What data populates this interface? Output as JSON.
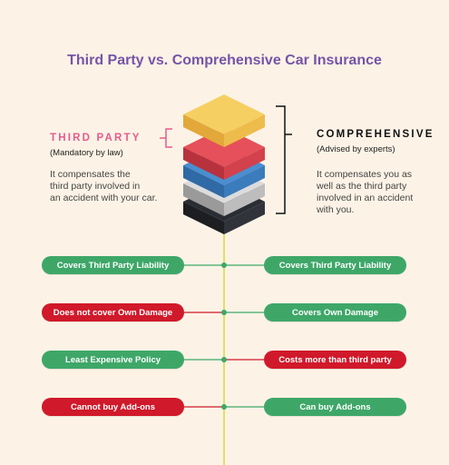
{
  "title": "Third Party vs. Comprehensive Car Insurance",
  "third_party": {
    "heading": "THIRD PARTY",
    "subheading": "(Mandatory by law)",
    "description": [
      "It compensates the",
      "third party involved in",
      "an accident with your car."
    ],
    "color": "#e85a8f"
  },
  "comprehensive": {
    "heading": "COMPREHENSIVE",
    "subheading": "(Advised by experts)",
    "description": [
      "It compensates you as",
      "well as the third party",
      "involved in an accident",
      "with you."
    ],
    "color": "#111111"
  },
  "colors": {
    "green": "#3ea768",
    "red": "#d0192a",
    "timeline": "#d6d93a"
  },
  "rows": [
    {
      "left": "Covers Third Party Liability",
      "left_status": "green",
      "right": "Covers Third Party Liability",
      "right_status": "green"
    },
    {
      "left": "Does not cover Own Damage",
      "left_status": "red",
      "right": "Covers Own Damage",
      "right_status": "green"
    },
    {
      "left": "Least Expensive Policy",
      "left_status": "green",
      "right": "Costs more than third party",
      "right_status": "red"
    },
    {
      "left": "Cannot buy Add-ons",
      "left_status": "red",
      "right": "Can buy Add-ons",
      "right_status": "green"
    }
  ]
}
